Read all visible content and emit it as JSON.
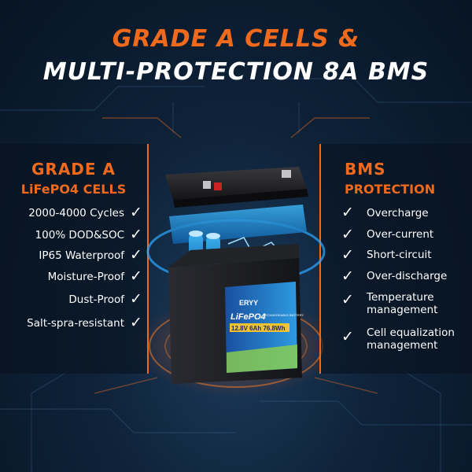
{
  "header": {
    "line1": "GRADE A CELLS &",
    "line2": "MULTI-PROTECTION 8A BMS"
  },
  "left_panel": {
    "heading1": "GRADE A",
    "heading2": "LiFePO4 CELLS",
    "items": [
      "2000-4000 Cycles",
      "100% DOD&SOC",
      "IP65 Waterproof",
      "Moisture-Proof",
      "Dust-Proof",
      "Salt-spra-resistant"
    ]
  },
  "right_panel": {
    "heading1": "BMS",
    "heading2": "PROTECTION",
    "items": [
      "Overcharge",
      "Over-current",
      "Short-circuit",
      "Over-discharge",
      "Temperature management",
      "Cell equalization management"
    ]
  },
  "battery_label": {
    "brand": "ERYY",
    "chemistry": "LiFePO4",
    "sub": "RECHARGEABLE BATTERY",
    "spec": "12.8V 6Ah 76.8Wh"
  },
  "icons": {
    "check": "check-icon"
  },
  "colors": {
    "accent": "#f06a1e",
    "background": "#0e2238",
    "text": "#ffffff"
  }
}
